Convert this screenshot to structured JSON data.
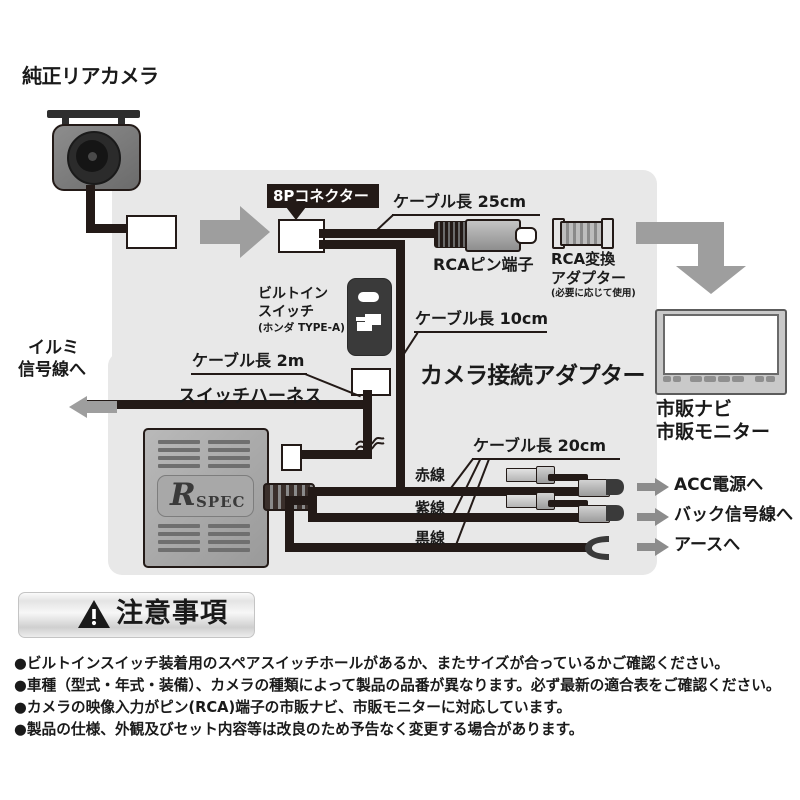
{
  "diagram": {
    "camera_title": "純正リアカメラ",
    "connector_callout": "8Pコネクター",
    "cable_25": "ケーブル長 25cm",
    "rca_terminal": "RCAピン端子",
    "rca_adapter_l1": "RCA変換",
    "rca_adapter_l2": "アダプター",
    "rca_adapter_note": "(必要に応じて使用)",
    "builtin_switch_l1": "ビルトイン",
    "builtin_switch_l2": "スイッチ",
    "builtin_switch_note": "(ホンダ TYPE-A)",
    "cable_10": "ケーブル長 10cm",
    "adapter_title": "カメラ接続アダプター",
    "cable_2m": "ケーブル長 2m",
    "switch_harness": "スイッチハーネス",
    "illumi_l1": "イルミ",
    "illumi_l2": "信号線へ",
    "cable_20": "ケーブル長 20cm",
    "wire_red": "赤線",
    "wire_purple": "紫線",
    "wire_black": "黒線",
    "dest_acc": "ACC電源へ",
    "dest_back": "バック信号線へ",
    "dest_earth": "アースへ",
    "monitor_l1": "市販ナビ",
    "monitor_l2": "市販モニター",
    "rspec_brand": "R",
    "rspec_sub": "SPEC"
  },
  "notice": {
    "heading": "注意事項",
    "warning_icon": "warning-triangle-icon",
    "lines": [
      "●ビルトインスイッチ装着用のスペアスイッチホールがあるか、またサイズが合っているかご確認ください。",
      "●車種（型式・年式・装備）、カメラの種類によって製品の品番が異なります。必ず最新の適合表をご確認ください。",
      "●カメラの映像入力がピン(RCA)端子の市販ナビ、市販モニターに対応しています。",
      "●製品の仕様、外観及びセット内容等は改良のため予告なく変更する場合があります。"
    ]
  },
  "colors": {
    "panel": "#e8e8e8",
    "wire": "#231a17",
    "arrow": "#9e9e9e",
    "text": "#1a1a1a"
  }
}
